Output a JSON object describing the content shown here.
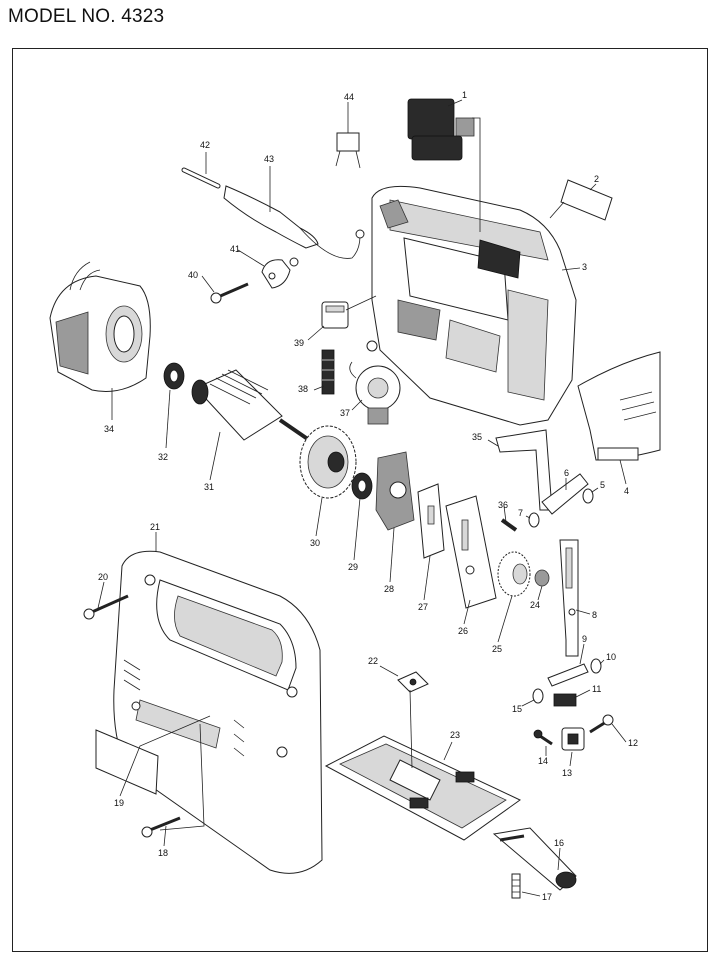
{
  "header": {
    "title": "MODEL NO. 4323"
  },
  "parts": [
    {
      "id": "p1",
      "label": "1"
    },
    {
      "id": "p2",
      "label": "2"
    },
    {
      "id": "p3",
      "label": "3"
    },
    {
      "id": "p4",
      "label": "4"
    },
    {
      "id": "p5",
      "label": "5"
    },
    {
      "id": "p6",
      "label": "6"
    },
    {
      "id": "p7",
      "label": "7"
    },
    {
      "id": "p8",
      "label": "8"
    },
    {
      "id": "p9",
      "label": "9"
    },
    {
      "id": "p10",
      "label": "10"
    },
    {
      "id": "p11",
      "label": "11"
    },
    {
      "id": "p12",
      "label": "12"
    },
    {
      "id": "p13",
      "label": "13"
    },
    {
      "id": "p14",
      "label": "14"
    },
    {
      "id": "p15",
      "label": "15"
    },
    {
      "id": "p16",
      "label": "16"
    },
    {
      "id": "p17",
      "label": "17"
    },
    {
      "id": "p18",
      "label": "18"
    },
    {
      "id": "p19",
      "label": "19"
    },
    {
      "id": "p20",
      "label": "20"
    },
    {
      "id": "p21",
      "label": "21"
    },
    {
      "id": "p22",
      "label": "22"
    },
    {
      "id": "p23",
      "label": "23"
    },
    {
      "id": "p24",
      "label": "24"
    },
    {
      "id": "p25",
      "label": "25"
    },
    {
      "id": "p26",
      "label": "26"
    },
    {
      "id": "p27",
      "label": "27"
    },
    {
      "id": "p28",
      "label": "28"
    },
    {
      "id": "p29",
      "label": "29"
    },
    {
      "id": "p30",
      "label": "30"
    },
    {
      "id": "p31",
      "label": "31"
    },
    {
      "id": "p32",
      "label": "32"
    },
    {
      "id": "p34",
      "label": "34"
    },
    {
      "id": "p35",
      "label": "35"
    },
    {
      "id": "p36",
      "label": "36"
    },
    {
      "id": "p37",
      "label": "37"
    },
    {
      "id": "p38",
      "label": "38"
    },
    {
      "id": "p39",
      "label": "39"
    },
    {
      "id": "p40",
      "label": "40"
    },
    {
      "id": "p41",
      "label": "41"
    },
    {
      "id": "p42",
      "label": "42"
    },
    {
      "id": "p43",
      "label": "43"
    },
    {
      "id": "p44",
      "label": "44"
    }
  ]
}
